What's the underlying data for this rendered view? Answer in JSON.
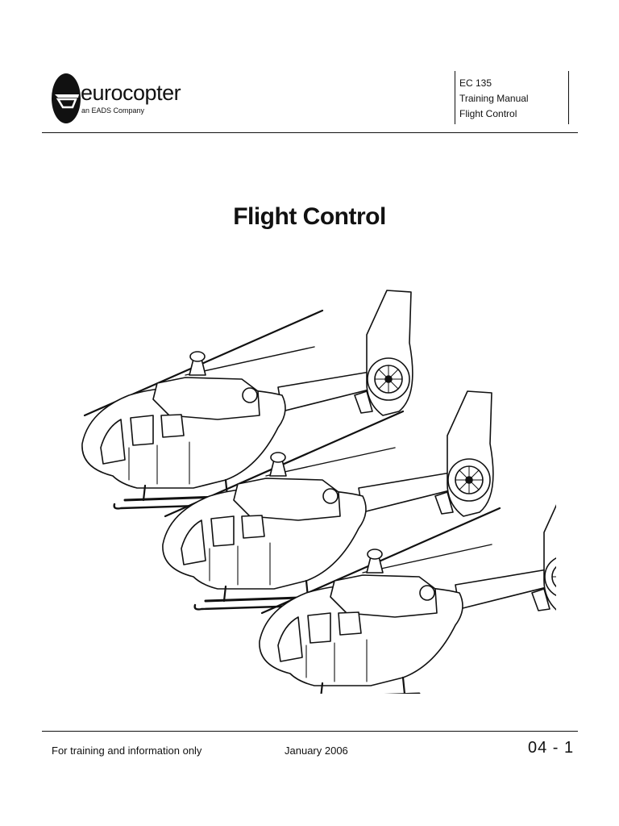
{
  "header": {
    "logo_name": "eurocopter",
    "logo_sub": "an EADS Company",
    "model": "EC 135",
    "manual": "Training Manual",
    "section": "Flight Control"
  },
  "title": "Flight Control",
  "illustration": {
    "subject": "helicopter-formation-icon",
    "count": 3
  },
  "footer": {
    "disclaimer": "For training and information only",
    "date": "January 2006",
    "page_number": "04 - 1"
  }
}
